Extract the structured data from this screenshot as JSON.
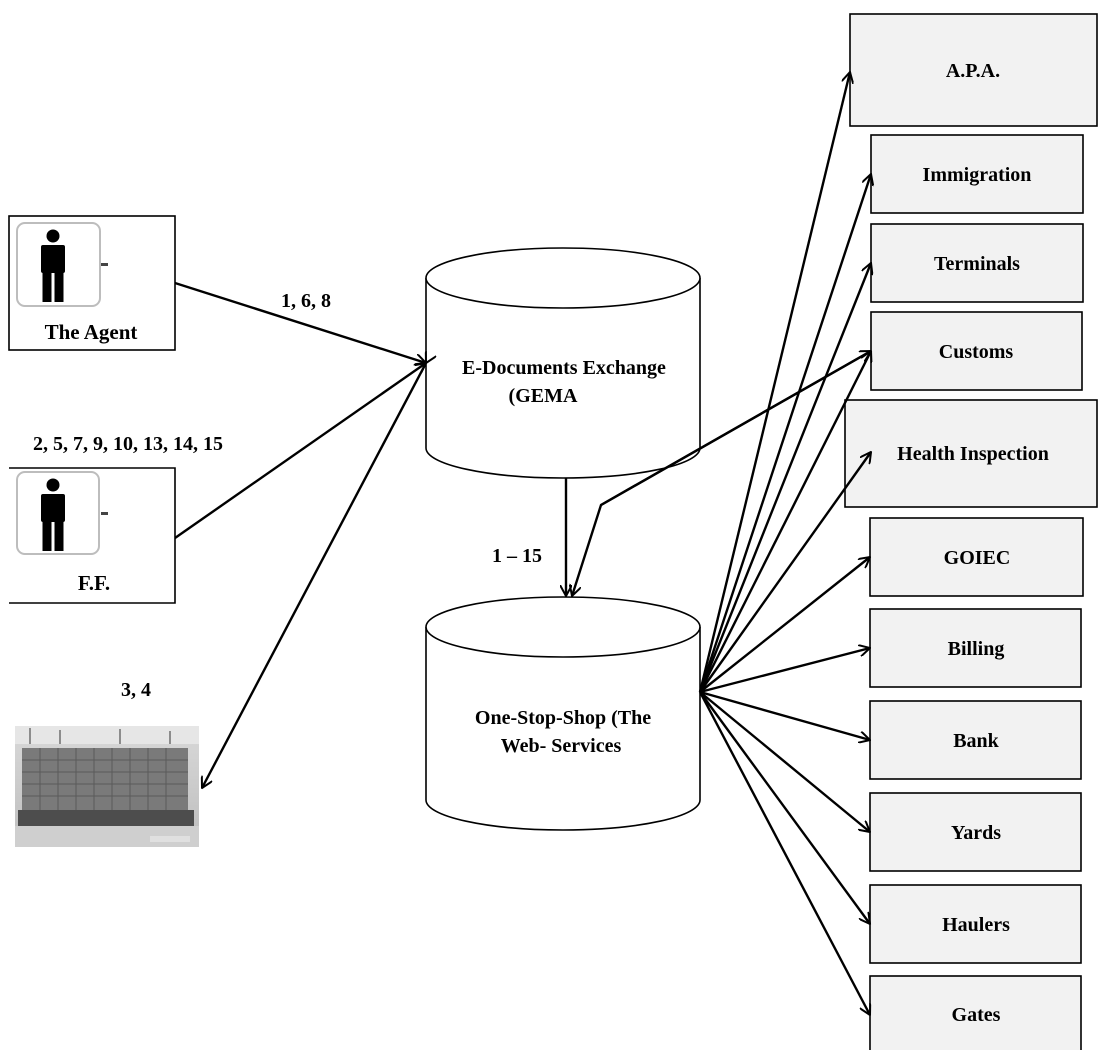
{
  "actors": {
    "agent": "The Agent",
    "ff": "F.F."
  },
  "databases": {
    "gema": [
      "E-Documents Exchange",
      "(GEMA"
    ],
    "oss": [
      "One-Stop-Shop (The",
      "Web- Services"
    ]
  },
  "edge_labels": {
    "agent": "1, 6, 8",
    "ff": "2, 5, 7, 9, 10, 13, 14, 15",
    "ship": "3, 4",
    "gema_to_oss": "1 – 15"
  },
  "entities": [
    "A.P.A.",
    "Immigration",
    "Terminals",
    "Customs",
    "Health Inspection",
    "GOIEC",
    "Billing",
    "Bank",
    "Yards",
    "Haulers",
    "Gates"
  ],
  "icons": {
    "person": "person-icon",
    "ship": "container-ship-photo"
  }
}
